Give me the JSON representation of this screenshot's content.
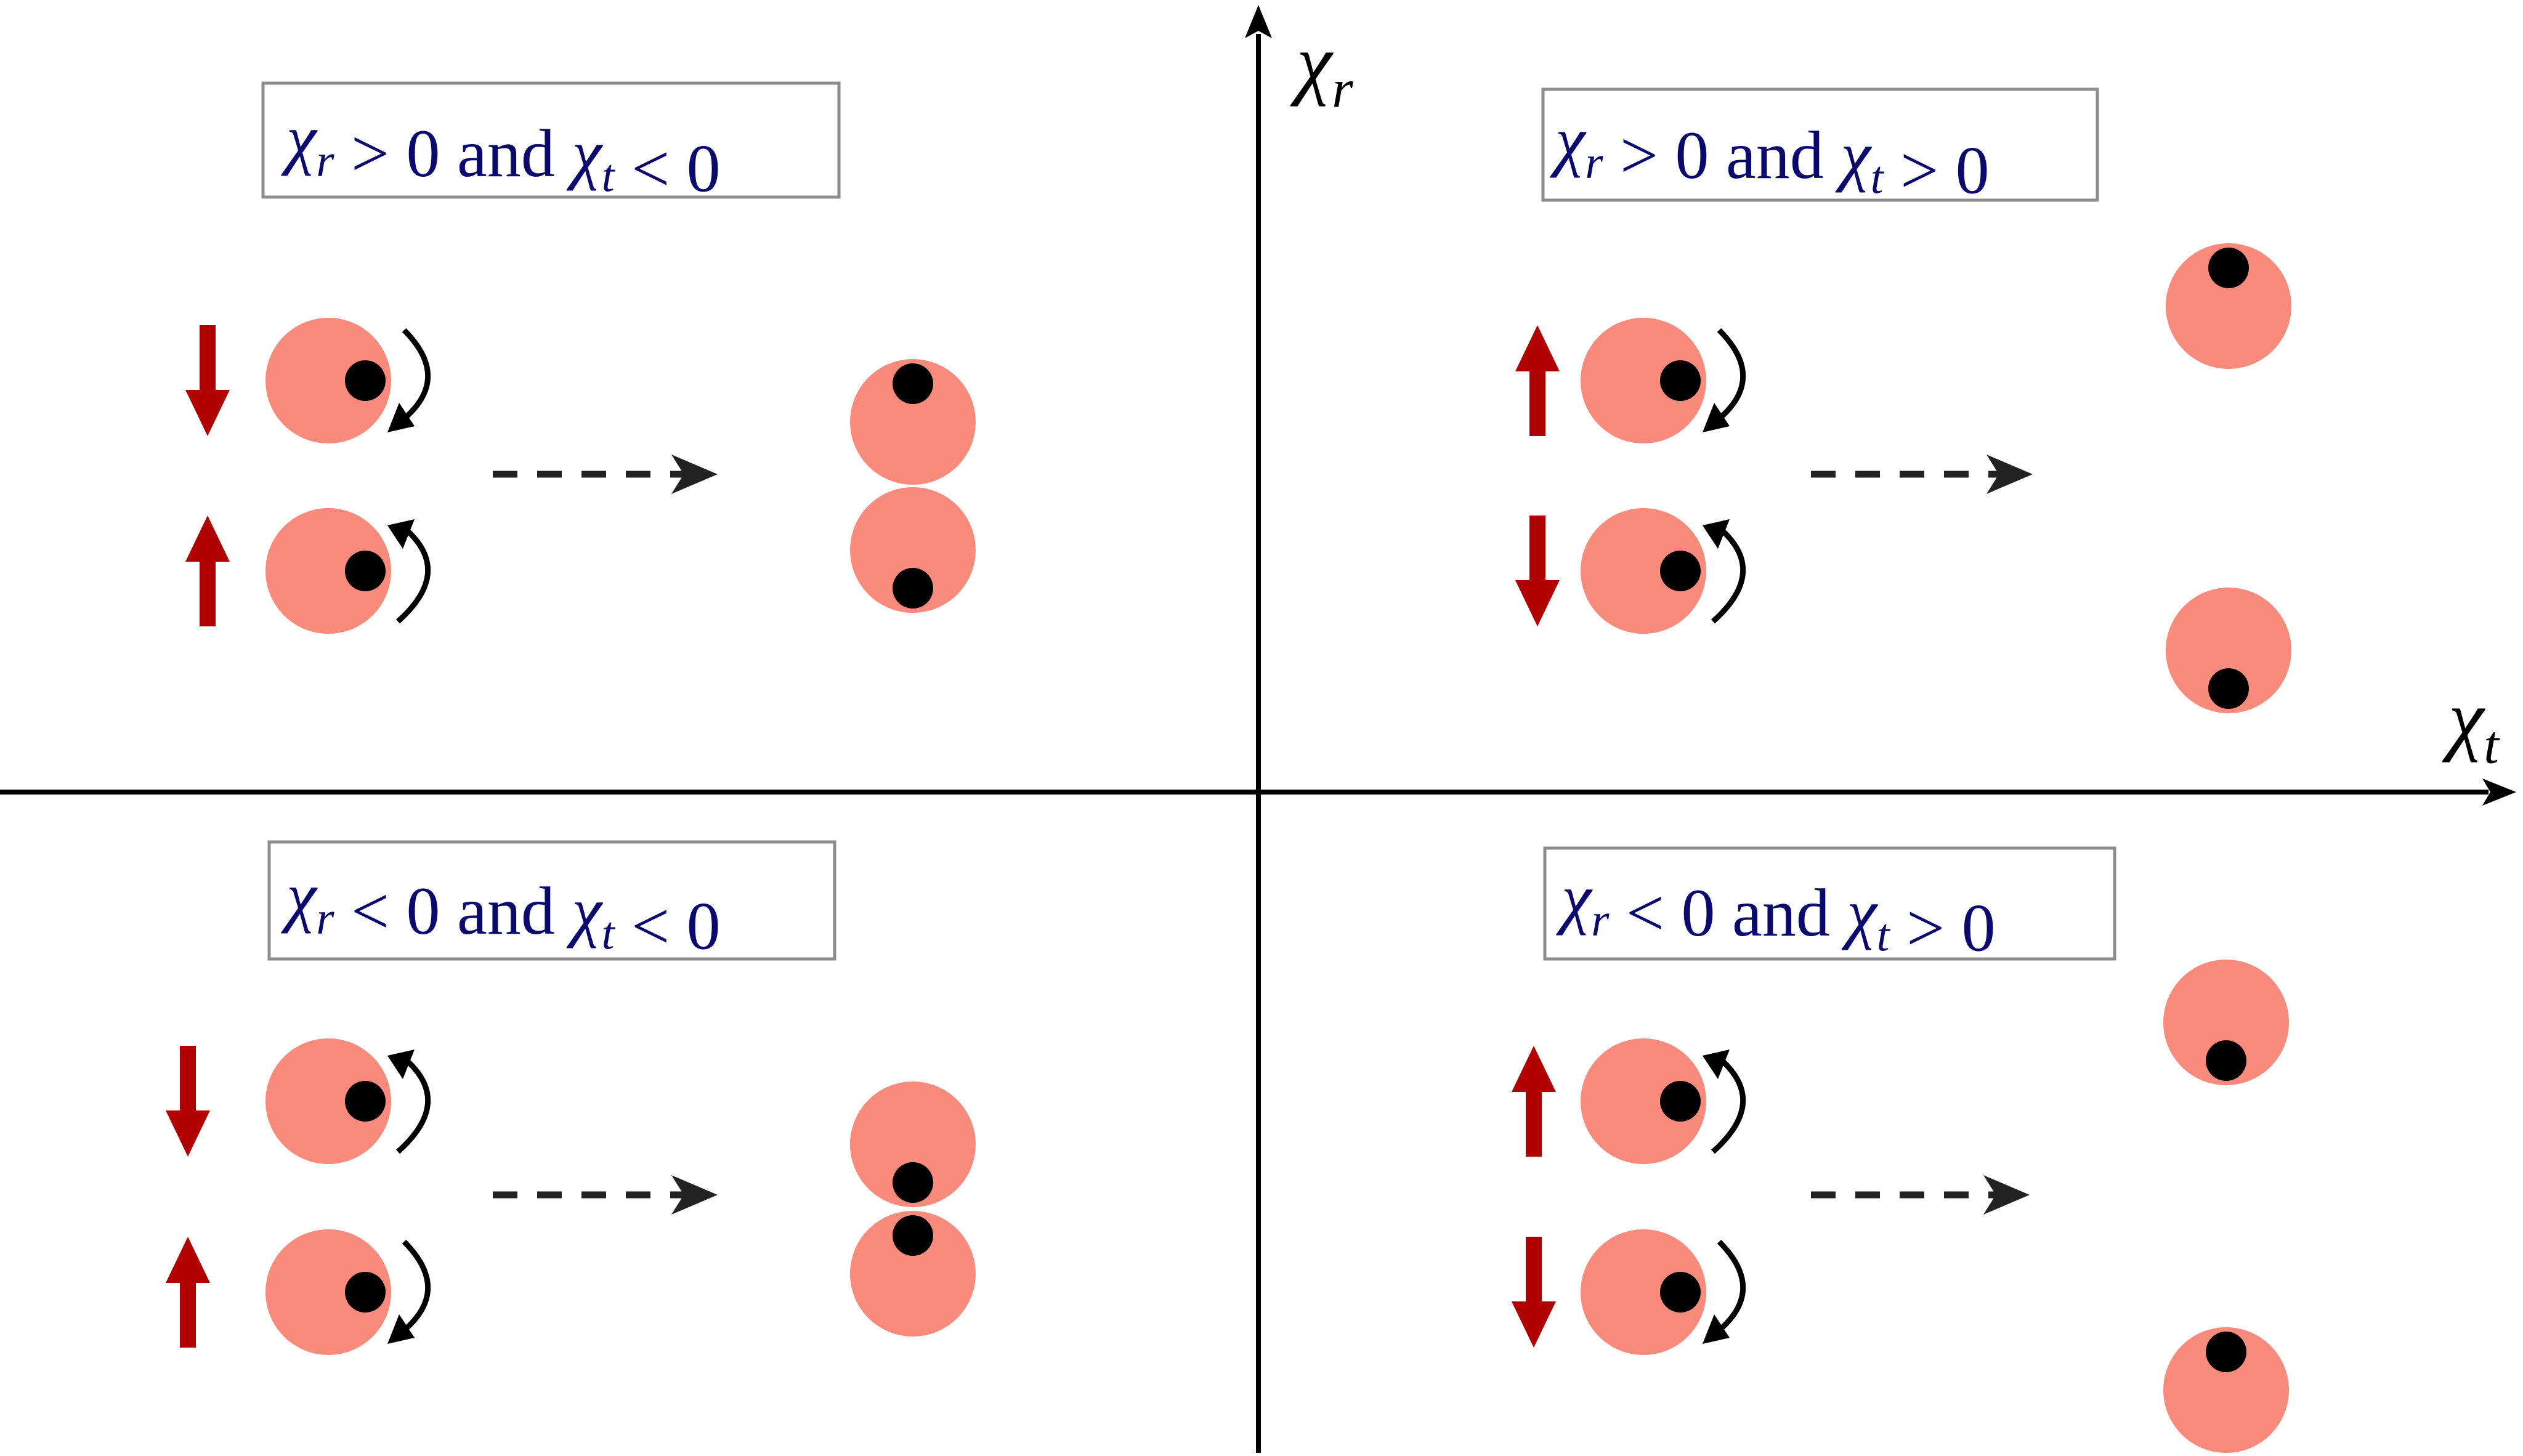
{
  "axes": {
    "vertical_label": {
      "symbol": "χ",
      "sub": "r"
    },
    "horizontal_label": {
      "symbol": "χ",
      "sub": "t"
    }
  },
  "quadrants": [
    {
      "id": "top-left",
      "condition": [
        {
          "symbol": "χ",
          "sub": "r"
        },
        {
          "text": " > 0 and "
        },
        {
          "symbol": "χ",
          "sub": "t"
        },
        {
          "text": " < 0"
        }
      ],
      "spins": [
        "down",
        "up"
      ],
      "rotation": [
        "cw",
        "ccw"
      ],
      "result": "together",
      "result_dots": [
        "top",
        "bottom"
      ]
    },
    {
      "id": "top-right",
      "condition": [
        {
          "symbol": "χ",
          "sub": "r"
        },
        {
          "text": " > 0 and "
        },
        {
          "symbol": "χ",
          "sub": "t"
        },
        {
          "text": " > 0"
        }
      ],
      "spins": [
        "up",
        "down"
      ],
      "rotation": [
        "cw",
        "ccw"
      ],
      "result": "apart",
      "result_dots": [
        "top",
        "bottom"
      ]
    },
    {
      "id": "bottom-left",
      "condition": [
        {
          "symbol": "χ",
          "sub": "r"
        },
        {
          "text": " < 0 and "
        },
        {
          "symbol": "χ",
          "sub": "t"
        },
        {
          "text": " < 0"
        }
      ],
      "spins": [
        "down",
        "up"
      ],
      "rotation": [
        "ccw",
        "cw"
      ],
      "result": "together",
      "result_dots": [
        "bottom",
        "top"
      ]
    },
    {
      "id": "bottom-right",
      "condition": [
        {
          "symbol": "χ",
          "sub": "r"
        },
        {
          "text": " < 0 and "
        },
        {
          "symbol": "χ",
          "sub": "t"
        },
        {
          "text": " > 0"
        }
      ],
      "spins": [
        "up",
        "down"
      ],
      "rotation": [
        "ccw",
        "cw"
      ],
      "result": "apart",
      "result_dots": [
        "bottom",
        "top"
      ]
    }
  ],
  "colors": {
    "particle": "#fa8a7b",
    "dot": "#000000",
    "spin_arrow": "#b00000",
    "label_text": "#0a0a6e",
    "box_border": "#8c8c8c",
    "axis": "#000000",
    "transition_arrow": "#222222"
  }
}
